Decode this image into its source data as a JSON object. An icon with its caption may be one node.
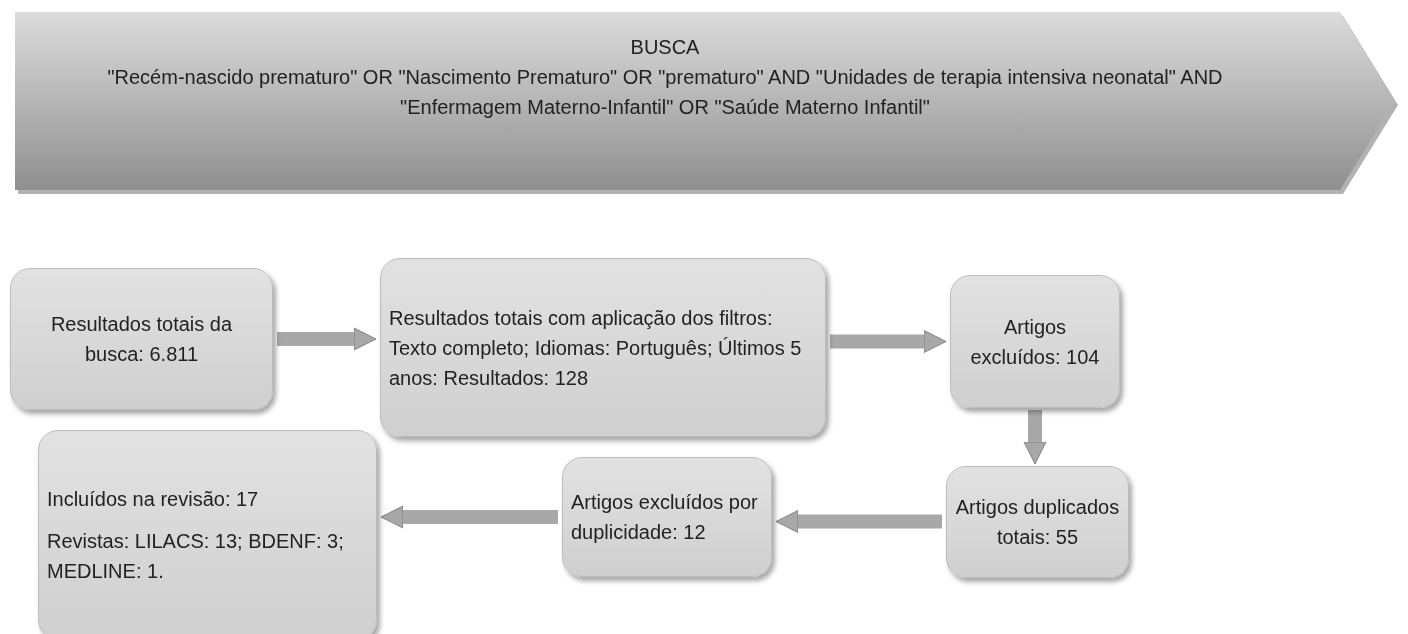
{
  "diagram": {
    "nodes": [
      {
        "text": [
          "BUSCA",
          "\"Recém-nascido prematuro\" OR \"Nascimento Prematuro\" OR \"prematuro\" AND \"Unidades de terapia intensiva neonatal\" AND \"Enfermagem Materno-Infantil\" OR \"Saúde Materno Infantil\""
        ]
      },
      {
        "text": [
          "Resultados totais da busca: 6.811"
        ]
      },
      {
        "text": [
          "Resultados totais com aplicação dos filtros: Texto completo; Idiomas: Português; Últimos 5 anos: Resultados: 128"
        ]
      },
      {
        "text": [
          "Artigos excluídos: 104"
        ]
      },
      {
        "text": [
          "Artigos duplicados totais: 55"
        ]
      },
      {
        "text": [
          "Artigos excluídos por duplicidade: 12"
        ]
      },
      {
        "text": [
          "Incluídos na revisão: 17",
          "Revistas: LILACS: 13; BDENF: 3; MEDLINE: 1."
        ]
      }
    ],
    "edges": [
      {
        "from": 1,
        "to": 2,
        "arrow": "to"
      },
      {
        "from": 2,
        "to": 3,
        "arrow": "to"
      },
      {
        "from": 3,
        "to": 4,
        "arrow": "to"
      },
      {
        "from": 4,
        "to": 5,
        "arrow": "to"
      },
      {
        "from": 5,
        "to": 6,
        "arrow": "to"
      }
    ]
  }
}
